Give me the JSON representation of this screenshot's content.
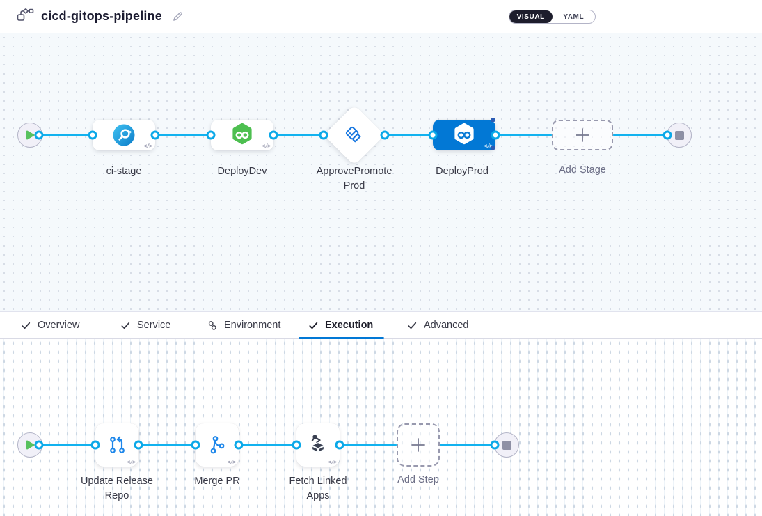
{
  "header": {
    "title": "cicd-gitops-pipeline",
    "mode_toggle": {
      "visual_label": "VISUAL",
      "yaml_label": "YAML",
      "selected": "VISUAL"
    }
  },
  "stage_canvas": {
    "start_node": "start-play",
    "end_node": "stop",
    "stages": [
      {
        "label": "ci-stage",
        "type": "ci-build",
        "selected": false,
        "code_badge": "</>"
      },
      {
        "label": "DeployDev",
        "type": "cd-deploy",
        "selected": false,
        "code_badge": "</>"
      },
      {
        "label": "ApprovePromoteProd",
        "type": "approval",
        "selected": false
      },
      {
        "label": "DeployProd",
        "type": "cd-deploy",
        "selected": true,
        "code_badge": "</>"
      }
    ],
    "add_stage_label": "Add Stage"
  },
  "tabs": [
    {
      "label": "Overview",
      "icon": "check",
      "active": false
    },
    {
      "label": "Service",
      "icon": "check",
      "active": false
    },
    {
      "label": "Environment",
      "icon": "environment-circles",
      "active": false
    },
    {
      "label": "Execution",
      "icon": "check",
      "active": true
    },
    {
      "label": "Advanced",
      "icon": "check",
      "active": false
    }
  ],
  "execution_canvas": {
    "start_node": "start-play",
    "end_node": "stop",
    "steps": [
      {
        "label": "Update Release Repo",
        "type": "git-update-release",
        "code_badge": "</>"
      },
      {
        "label": "Merge PR",
        "type": "git-merge-pr",
        "code_badge": "</>"
      },
      {
        "label": "Fetch Linked Apps",
        "type": "fetch-linked-apps",
        "code_badge": "</>"
      }
    ],
    "add_step_label": "Add Step"
  },
  "colors": {
    "connector_blue": "#12b2ef",
    "selected_stage_blue": "#0278d5",
    "accent_blue": "#0278d5",
    "cd_green": "#4dbf50",
    "toggle_dark": "#1d1d2c"
  }
}
